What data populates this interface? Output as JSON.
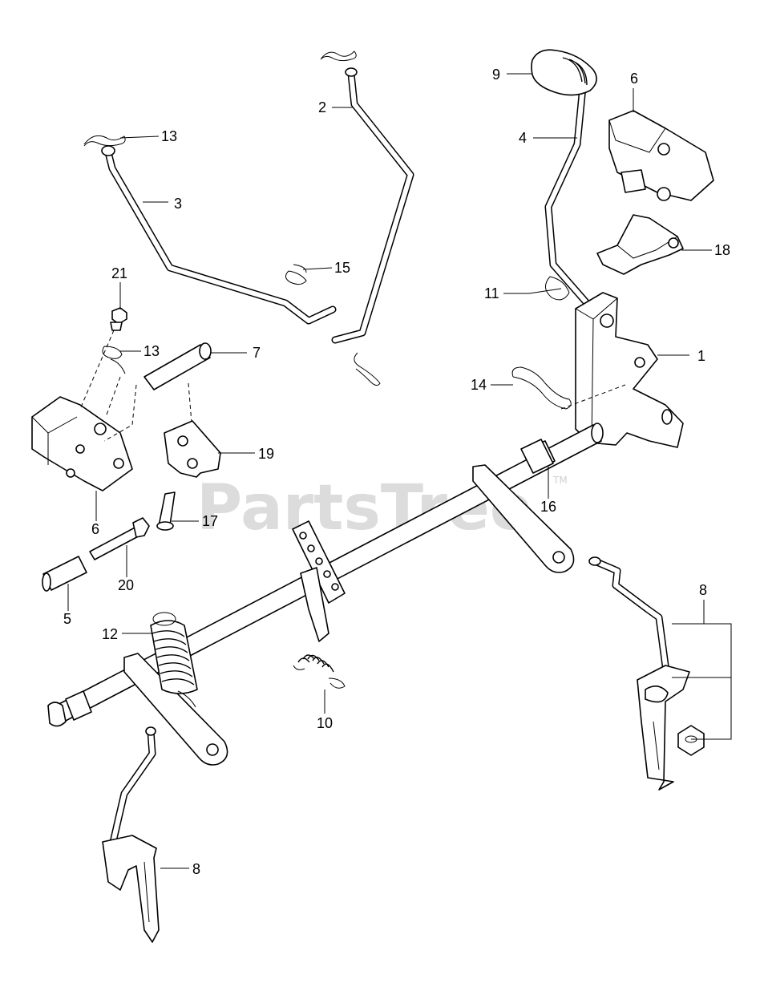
{
  "watermark": {
    "text": "PartsTree",
    "trademark": "TM"
  },
  "callouts": [
    {
      "id": "1",
      "label": "1"
    },
    {
      "id": "2",
      "label": "2"
    },
    {
      "id": "3",
      "label": "3"
    },
    {
      "id": "4",
      "label": "4"
    },
    {
      "id": "5",
      "label": "5"
    },
    {
      "id": "6a",
      "label": "6"
    },
    {
      "id": "6b",
      "label": "6"
    },
    {
      "id": "7",
      "label": "7"
    },
    {
      "id": "8a",
      "label": "8"
    },
    {
      "id": "8b",
      "label": "8"
    },
    {
      "id": "9",
      "label": "9"
    },
    {
      "id": "10",
      "label": "10"
    },
    {
      "id": "11",
      "label": "11"
    },
    {
      "id": "12",
      "label": "12"
    },
    {
      "id": "13a",
      "label": "13"
    },
    {
      "id": "13b",
      "label": "13"
    },
    {
      "id": "14",
      "label": "14"
    },
    {
      "id": "15",
      "label": "15"
    },
    {
      "id": "16",
      "label": "16"
    },
    {
      "id": "17",
      "label": "17"
    },
    {
      "id": "18",
      "label": "18"
    },
    {
      "id": "19",
      "label": "19"
    },
    {
      "id": "20",
      "label": "20"
    },
    {
      "id": "21",
      "label": "21"
    }
  ]
}
